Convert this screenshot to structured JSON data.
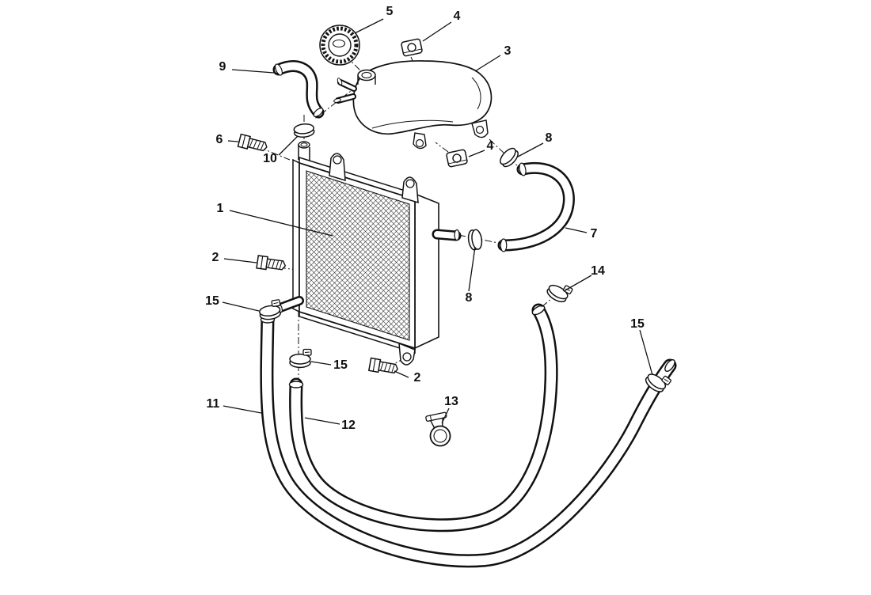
{
  "figure": {
    "background": "#ffffff",
    "line_color": "#111111",
    "callouts": [
      {
        "label": "5"
      },
      {
        "label": "4"
      },
      {
        "label": "3"
      },
      {
        "label": "9"
      },
      {
        "label": "6"
      },
      {
        "label": "10"
      },
      {
        "label": "8"
      },
      {
        "label": "4"
      },
      {
        "label": "1"
      },
      {
        "label": "7"
      },
      {
        "label": "2"
      },
      {
        "label": "8"
      },
      {
        "label": "15"
      },
      {
        "label": "14"
      },
      {
        "label": "15"
      },
      {
        "label": "15"
      },
      {
        "label": "2"
      },
      {
        "label": "11"
      },
      {
        "label": "12"
      },
      {
        "label": "13"
      }
    ]
  }
}
